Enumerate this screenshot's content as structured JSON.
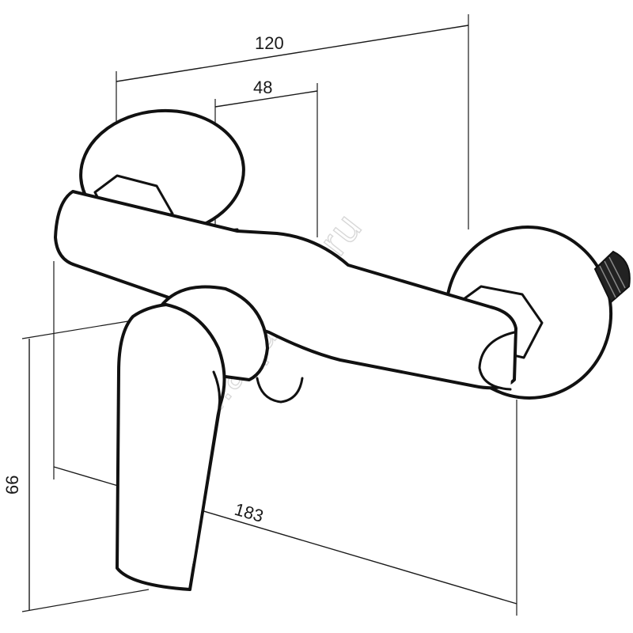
{
  "dimensions": {
    "overall_width": "120",
    "inlet_spacing": "48",
    "handle_height": "66",
    "overall_depth": "183"
  },
  "watermark": "www.aquamir.ru",
  "colors": {
    "line": "#111111",
    "background": "#ffffff",
    "watermark": "#d8d8d8"
  }
}
